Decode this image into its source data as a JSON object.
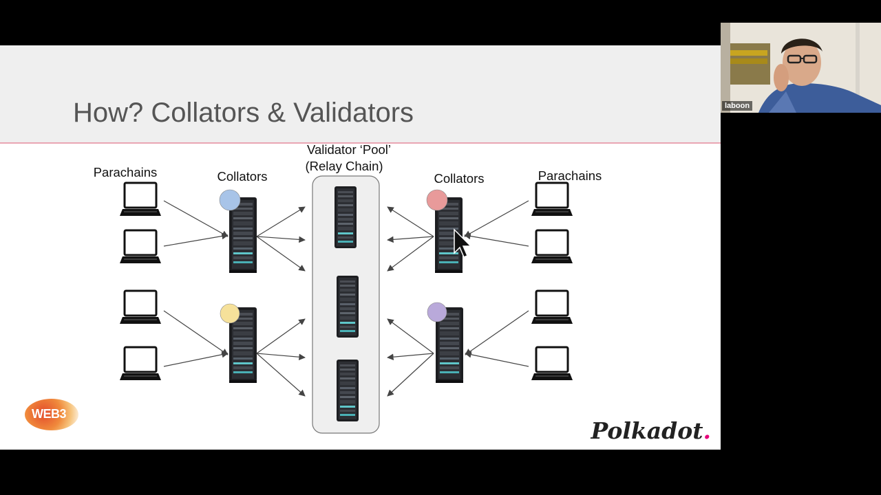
{
  "slide": {
    "title": "How? Collators & Validators",
    "labels": {
      "parachains_left": "Parachains",
      "collators_left": "Collators",
      "validator_pool_line1": "Validator ‘Pool’",
      "validator_pool_line2": "(Relay Chain)",
      "collators_right": "Collators",
      "parachains_right": "Parachains"
    },
    "collator_colors": {
      "top_left": "#a8c4e8",
      "bottom_left": "#f6e19a",
      "top_right": "#e89a9a",
      "bottom_right": "#b9a9da"
    },
    "accent_rule_color": "#e9a5b3",
    "logos": {
      "web3": "WEB3",
      "brand": "Polkadot",
      "brand_dot": "."
    }
  },
  "webcam": {
    "participant_name": "laboon"
  },
  "icons": [
    "laptop-icon",
    "server-rack-icon",
    "arrow-icon",
    "mouse-cursor-icon"
  ]
}
